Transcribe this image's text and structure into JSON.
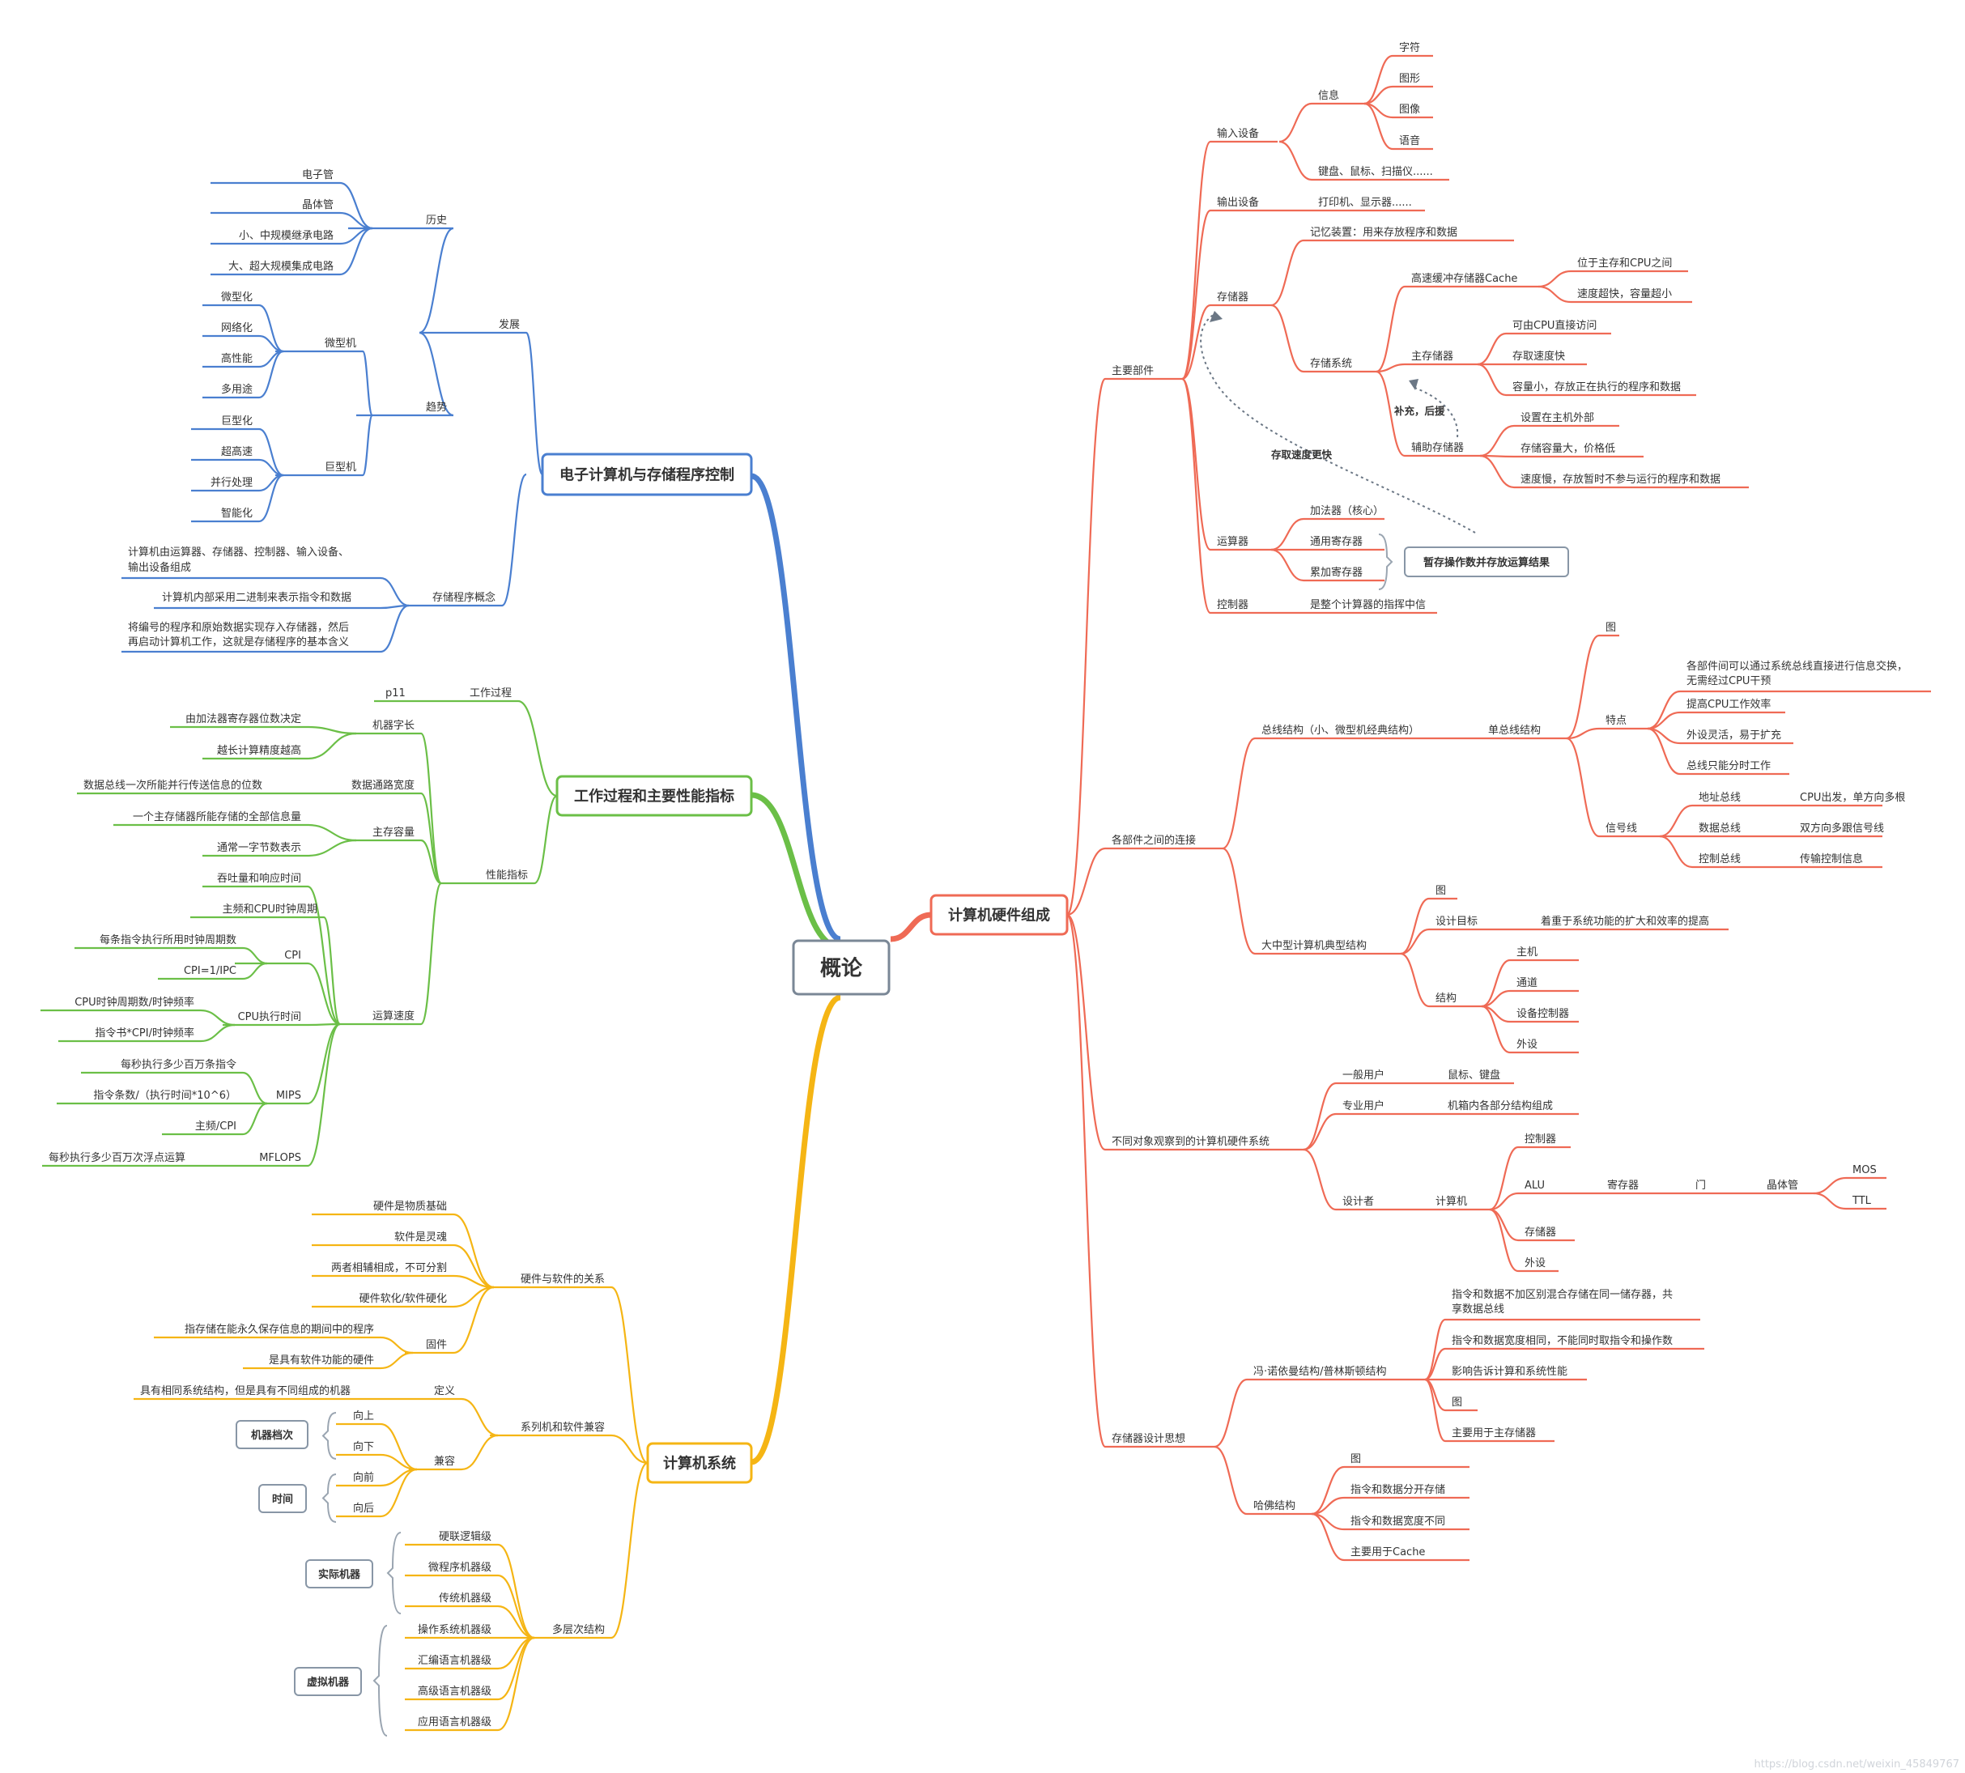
{
  "colors": {
    "blue": "#4a7fd0",
    "green": "#6bbf47",
    "yellow": "#f5b514",
    "red": "#ef6a55",
    "text": "#333333",
    "gray": "#8896a6"
  },
  "root": {
    "label": "概论"
  },
  "b1": {
    "title": "电子计算机与存储程序控制",
    "fazhan": "发展",
    "lishi": "历史",
    "lishi_items": [
      "电子管",
      "晶体管",
      "小、中规模继承电路",
      "大、超大规模集成电路"
    ],
    "qushi": "趋势",
    "weixingji": "微型机",
    "weixingji_items": [
      "微型化",
      "网络化",
      "高性能",
      "多用途"
    ],
    "juxingji": "巨型机",
    "juxingji_items": [
      "巨型化",
      "超高速",
      "并行处理",
      "智能化"
    ],
    "cunchu": "存储程序概念",
    "cunchu_items": [
      "计算机由运算器、存储器、控制器、输入设备、",
      "输出设备组成",
      "计算机内部采用二进制来表示指令和数据",
      "将编号的程序和原始数据实现存入存储器，然后",
      "再启动计算机工作，这就是存储程序的基本含义"
    ]
  },
  "b2": {
    "title": "工作过程和主要性能指标",
    "gongzuo": "工作过程",
    "p11": "p11",
    "xingneng": "性能指标",
    "jiqi": "机器字长",
    "jiqi_items": [
      "由加法器寄存器位数决定",
      "越长计算精度越高"
    ],
    "tongl_label": "数据通路宽度",
    "tongl_desc": "数据总线一次所能并行传送信息的位数",
    "zhucun": "主存容量",
    "zhucun_items": [
      "一个主存储器所能存储的全部信息量",
      "通常一字节数表示"
    ],
    "sudu": "运算速度",
    "sudu_items": [
      "吞吐量和响应时间",
      "主频和CPU时钟周期"
    ],
    "cpi": "CPI",
    "cpi_items": [
      "每条指令执行所用时钟周期数",
      "CPI=1/IPC"
    ],
    "cput": "CPU执行时间",
    "cput_items": [
      "CPU时钟周期数/时钟频率",
      "指令书*CPI/时钟频率"
    ],
    "mips": "MIPS",
    "mips_items": [
      "每秒执行多少百万条指令",
      "指令条数/（执行时间*10^6）",
      "主频/CPI"
    ],
    "mflops": "MFLOPS",
    "mflops_desc": "每秒执行多少百万次浮点运算"
  },
  "b3": {
    "title": "计算机系统",
    "yingruan": "硬件与软件的关系",
    "yingruan_items": [
      "硬件是物质基础",
      "软件是灵魂",
      "两者相辅相成，不可分割",
      "硬件软化/软件硬化"
    ],
    "gujian": "固件",
    "gujian_items": [
      "指存储在能永久保存信息的期间中的程序",
      "是具有软件功能的硬件"
    ],
    "xilie": "系列机和软件兼容",
    "dingyi": "定义",
    "dingyi_desc": "具有相同系统结构，但是具有不同组成的机器",
    "jianrong": "兼容",
    "jianrong_items": [
      "向上",
      "向下",
      "向前",
      "向后"
    ],
    "jiqidangci": "机器档次",
    "shijian": "时间",
    "duocengci": "多层次结构",
    "duocengci_items": [
      "硬联逻辑级",
      "微程序机器级",
      "传统机器级",
      "操作系统机器级",
      "汇编语言机器级",
      "高级语言机器级",
      "应用语言机器级"
    ],
    "shiji": "实际机器",
    "xuni": "虚拟机器"
  },
  "b4": {
    "title": "计算机硬件组成",
    "zhuyao": "主要部件",
    "shuru": "输入设备",
    "xinxi": "信息",
    "xinxi_items": [
      "字符",
      "图形",
      "图像",
      "语音"
    ],
    "shuru_dev": "键盘、鼠标、扫描仪......",
    "shuchu": "输出设备",
    "shuchu_dev": "打印机、显示器......",
    "cunchuqi": "存储器",
    "jiyi": "记忆装置：用来存放程序和数据",
    "cunchuxitong": "存储系统",
    "cache": "高速缓冲存储器Cache",
    "cache_items": [
      "位于主存和CPU之间",
      "速度超快，容量超小"
    ],
    "zhucun": "主存储器",
    "zhucun_items": [
      "可由CPU直接访问",
      "存取速度快",
      "容量小，存放正在执行的程序和数据"
    ],
    "buchong": "补充，后援",
    "fuzhu": "辅助存储器",
    "fuzhu_items": [
      "设置在主机外部",
      "存储容量大，价格低",
      "速度慢，存放暂时不参与运行的程序和数据"
    ],
    "cunqu": "存取速度更快",
    "yunsuan": "运算器",
    "yunsuan_items": [
      "加法器（核心）",
      "通用寄存器",
      "累加寄存器"
    ],
    "zancun": "暂存操作数并存放运算结果",
    "kongzhi": "控制器",
    "kongzhi_desc": "是整个计算器的指挥中信",
    "lianjie": "各部件之间的连接",
    "zongxian": "总线结构（小、微型机经典结构）",
    "danzong": "单总线结构",
    "tu": "图",
    "tedian": "特点",
    "tedian_items": [
      "各部件间可以通过系统总线直接进行信息交换，",
      "无需经过CPU干预",
      "提高CPU工作效率",
      "外设灵活，易于扩充",
      "总线只能分时工作"
    ],
    "xinhao": "信号线",
    "xinhao_names": [
      "地址总线",
      "数据总线",
      "控制总线"
    ],
    "xinhao_desc": [
      "CPU出发，单方向多根",
      "双方向多跟信号线",
      "传输控制信息"
    ],
    "dazhong": "大中型计算机典型结构",
    "sheji": "设计目标",
    "sheji_desc": "着重于系统功能的扩大和效率的提高",
    "jiegou": "结构",
    "jiegou_items": [
      "主机",
      "通道",
      "设备控制器",
      "外设"
    ],
    "butong": "不同对象观察到的计算机硬件系统",
    "yiban": "一般用户",
    "yiban_desc": "鼠标、键盘",
    "zhuanye": "专业用户",
    "zhuanye_desc": "机箱内各部分结构组成",
    "shejizhe": "设计者",
    "jisuanji": "计算机",
    "jsj_items": [
      "控制器",
      "ALU",
      "存储器",
      "外设"
    ],
    "alu_chain": [
      "寄存器",
      "门",
      "晶体管"
    ],
    "jingti": [
      "MOS",
      "TTL"
    ],
    "sixiang": "存储器设计思想",
    "fengnuo": "冯·诺依曼结构/普林斯顿结构",
    "fengnuo_items": [
      "指令和数据不加区别混合存储在同一储存器，共",
      "享数据总线",
      "指令和数据宽度相同，不能同时取指令和操作数",
      "影响告诉计算和系统性能",
      "图",
      "主要用于主存储器"
    ],
    "hafo": "哈佛结构",
    "hafo_items": [
      "图",
      "指令和数据分开存储",
      "指令和数据宽度不同",
      "主要用于Cache"
    ]
  },
  "watermark": "https://blog.csdn.net/weixin_45849767"
}
